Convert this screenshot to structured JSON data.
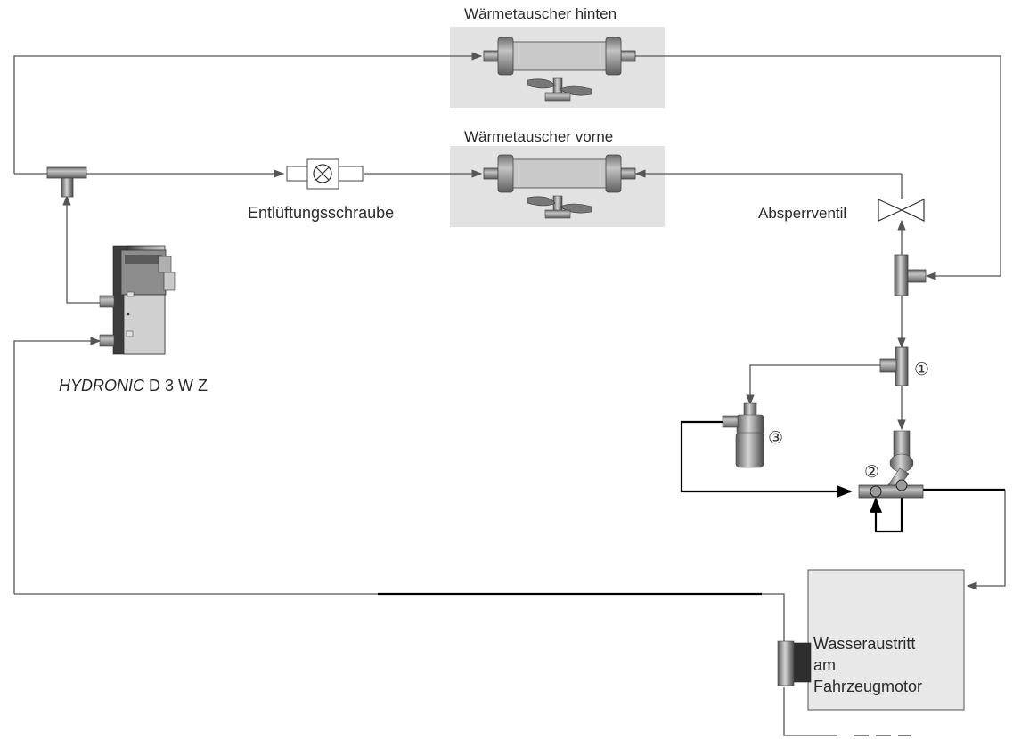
{
  "labels": {
    "heat_exchanger_rear": "Wärmetauscher hinten",
    "heat_exchanger_front": "Wärmetauscher vorne",
    "bleed_screw": "Entlüftungsschraube",
    "shutoff_valve": "Absperrventil",
    "heater_model_italic": "HYDRONIC",
    "heater_model_rest": " D 3 W Z",
    "motor_line1": "Wasseraustritt",
    "motor_line2": "am",
    "motor_line3": "Fahrzeugmotor"
  },
  "callouts": {
    "one": "①",
    "two": "②",
    "three": "③"
  },
  "colors": {
    "line": "#555555",
    "line_dark": "#000000",
    "panel": "#e2e2e2",
    "component": "#9a9a9a",
    "motor_box": "#e8e8e8"
  }
}
